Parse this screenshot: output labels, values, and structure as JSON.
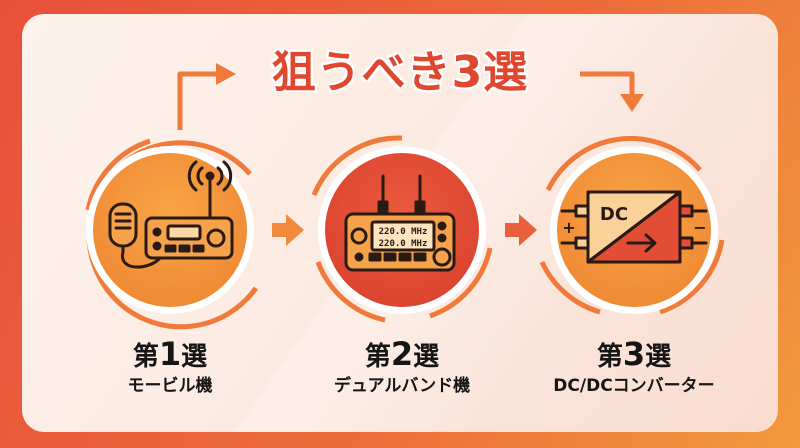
{
  "title": "狙うべき3選",
  "items": [
    {
      "rank_prefix": "第",
      "rank_num": "1",
      "rank_suffix": "選",
      "name": "モービル機"
    },
    {
      "rank_prefix": "第",
      "rank_num": "2",
      "rank_suffix": "選",
      "name": "デュアルバンド機",
      "screen_line1": "220.0 MHz",
      "screen_line2": "220.0 MHz"
    },
    {
      "rank_prefix": "第",
      "rank_num": "3",
      "rank_suffix": "選",
      "name": "DC/DCコンバーター",
      "box_label": "DC",
      "plus": "+",
      "minus": "−"
    }
  ],
  "colors": {
    "accent_red": "#e0472f",
    "accent_orange": "#f28a3a",
    "dark": "#2a1a14"
  },
  "icons": [
    "mobile-radio-icon",
    "dual-band-radio-icon",
    "dc-converter-icon"
  ]
}
